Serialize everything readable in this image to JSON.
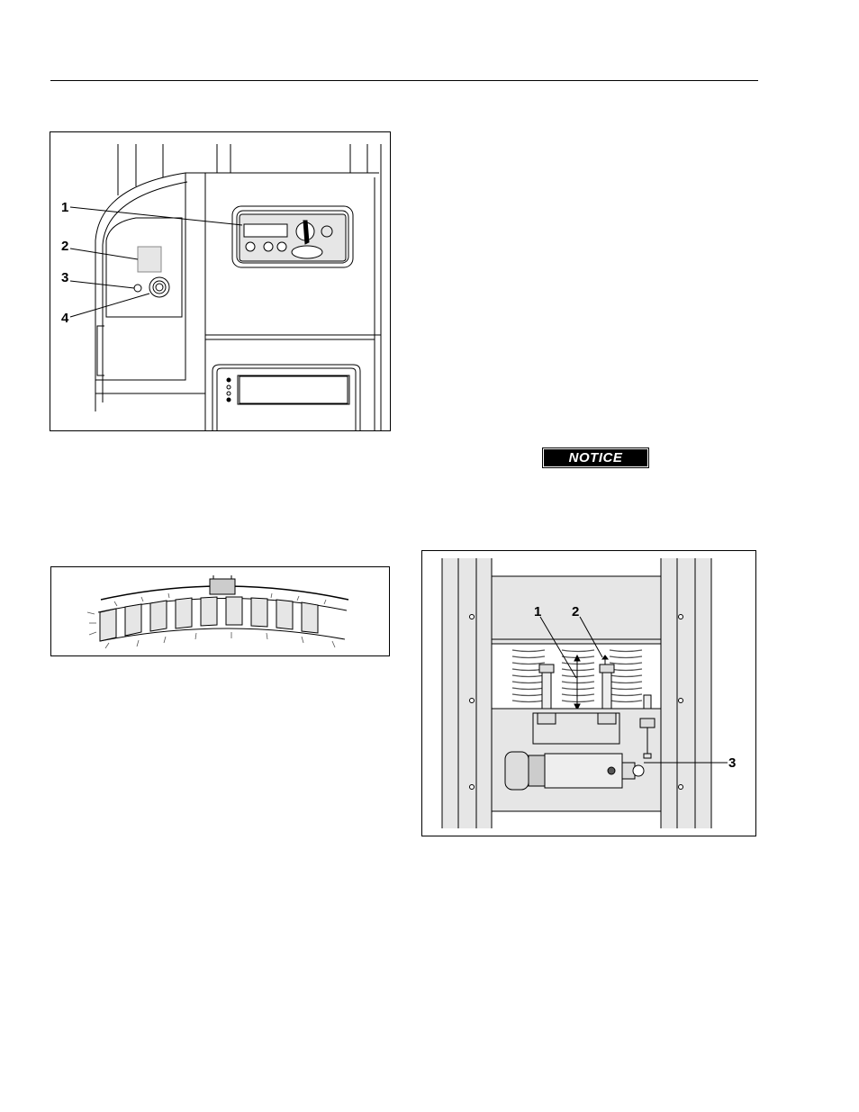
{
  "notice": {
    "label": "NOTICE"
  },
  "figure1": {
    "callouts": [
      "1",
      "2",
      "3",
      "4"
    ]
  },
  "figure3": {
    "callouts": [
      "1",
      "2",
      "3"
    ]
  }
}
